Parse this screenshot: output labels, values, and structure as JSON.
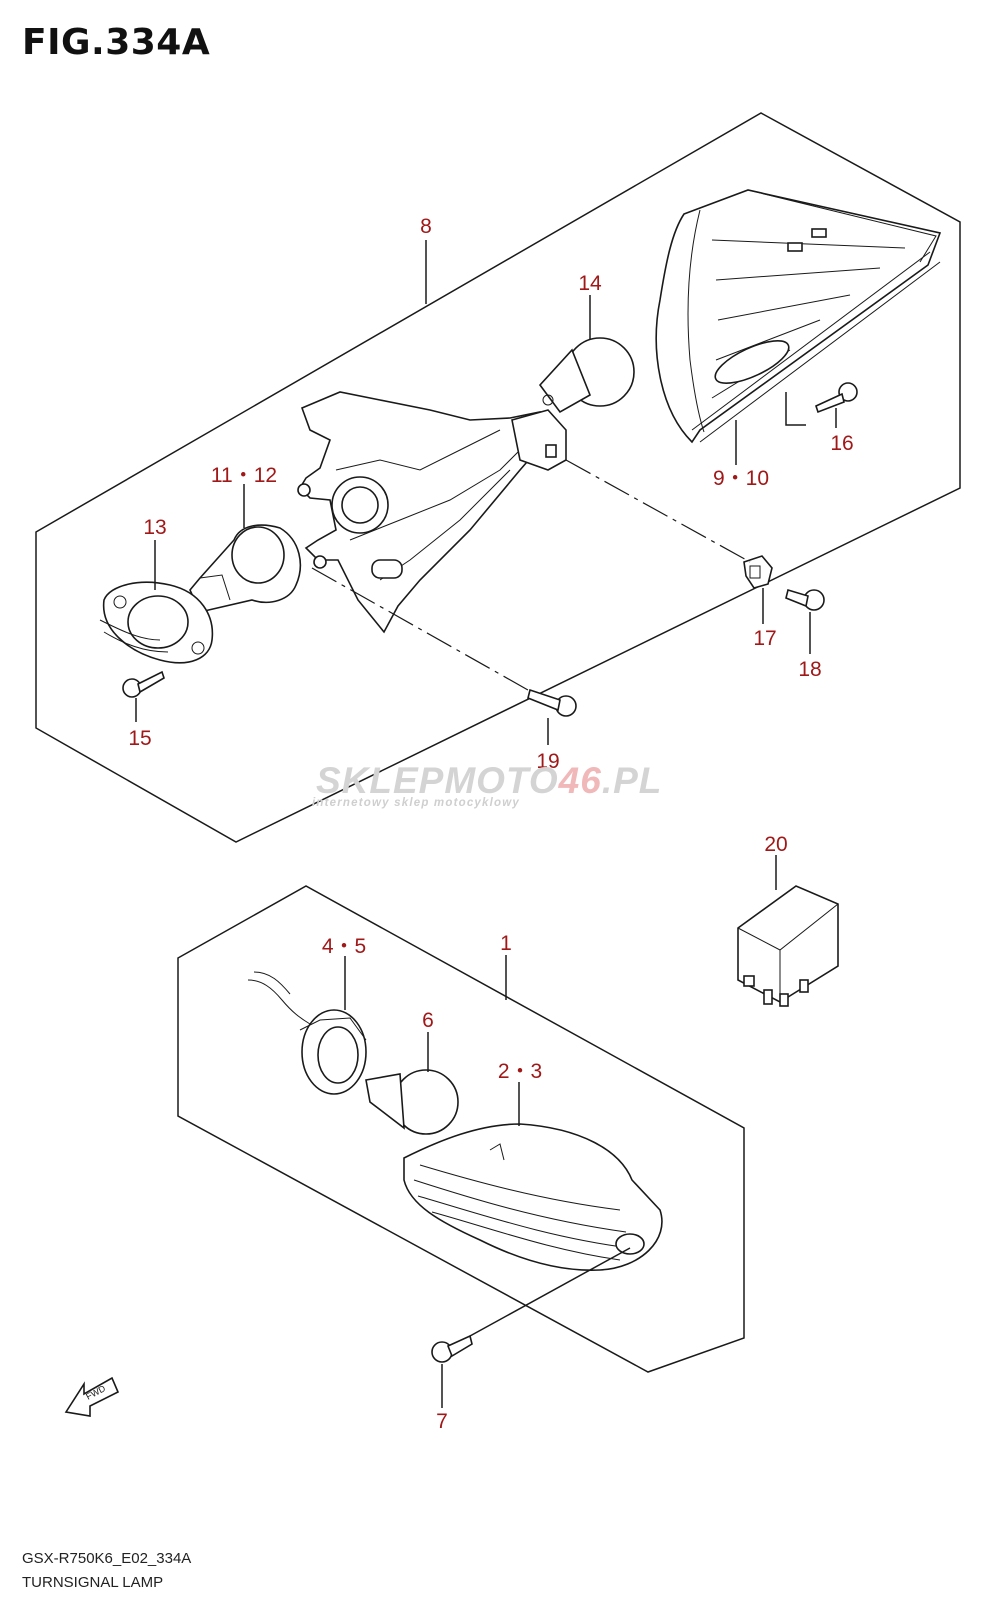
{
  "figure": {
    "title": "FIG.334A",
    "code": "GSX-R750K6_E02_334A",
    "name": "TURNSIGNAL LAMP"
  },
  "watermark": {
    "main_gray": "SKLEPMOTO",
    "main_highlight": "46",
    "main_suffix": ".PL",
    "sub": "internetowy sklep motocyklowy"
  },
  "fwd_marker": "FWD",
  "callouts": {
    "p8": "8",
    "p14": "14",
    "p11_12": "11・12",
    "p13": "13",
    "p15": "15",
    "p19": "19",
    "p9_10": "9・10",
    "p16": "16",
    "p17": "17",
    "p18": "18",
    "p20": "20",
    "p1": "1",
    "p4_5": "4・5",
    "p6": "6",
    "p2_3": "2・3",
    "p7": "7"
  },
  "colors": {
    "callout": "#a01818",
    "line": "#1a1a1a"
  }
}
